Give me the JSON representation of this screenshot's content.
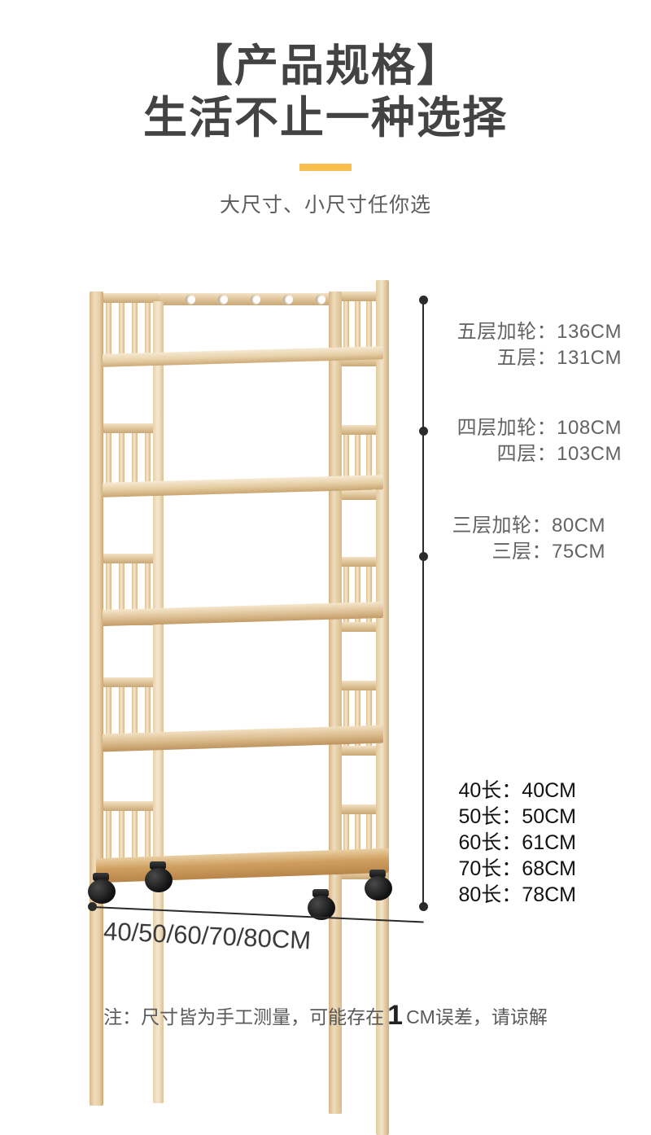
{
  "header": {
    "title_main": "【产品规格】",
    "title_sub": "生活不止一种选择",
    "tagline": "大尺寸、小尺寸任你选"
  },
  "height_specs": [
    {
      "id": "5-tier",
      "with_wheels": "五层加轮：136CM",
      "plain": "五层：131CM"
    },
    {
      "id": "4-tier",
      "with_wheels": "四层加轮：108CM",
      "plain": "四层：103CM"
    },
    {
      "id": "3-tier",
      "with_wheels": "三层加轮：80CM",
      "plain": "三层：75CM"
    }
  ],
  "width_specs": [
    "40长：40CM",
    "50长：50CM",
    "60长：61CM",
    "70长：68CM",
    "80长：78CM"
  ],
  "width_dimension_label": "40/50/60/70/80CM",
  "footnote": {
    "before": "注：尺寸皆为手工测量，可能存在",
    "number": "1",
    "after": "CM误差，请谅解"
  },
  "colors": {
    "accent": "#fbbd4e",
    "title": "#434343",
    "spec_text": "#636363",
    "dimension_line": "#2b2b2b",
    "bamboo_light": "#f2e2c4",
    "bamboo_mid": "#ddc196",
    "bamboo_dark": "#c8934f",
    "caster": "#161616"
  },
  "illustration": {
    "name": "bamboo-storage-shelf",
    "tiers": 5,
    "casters": 4,
    "top_rail_holes": 5
  }
}
